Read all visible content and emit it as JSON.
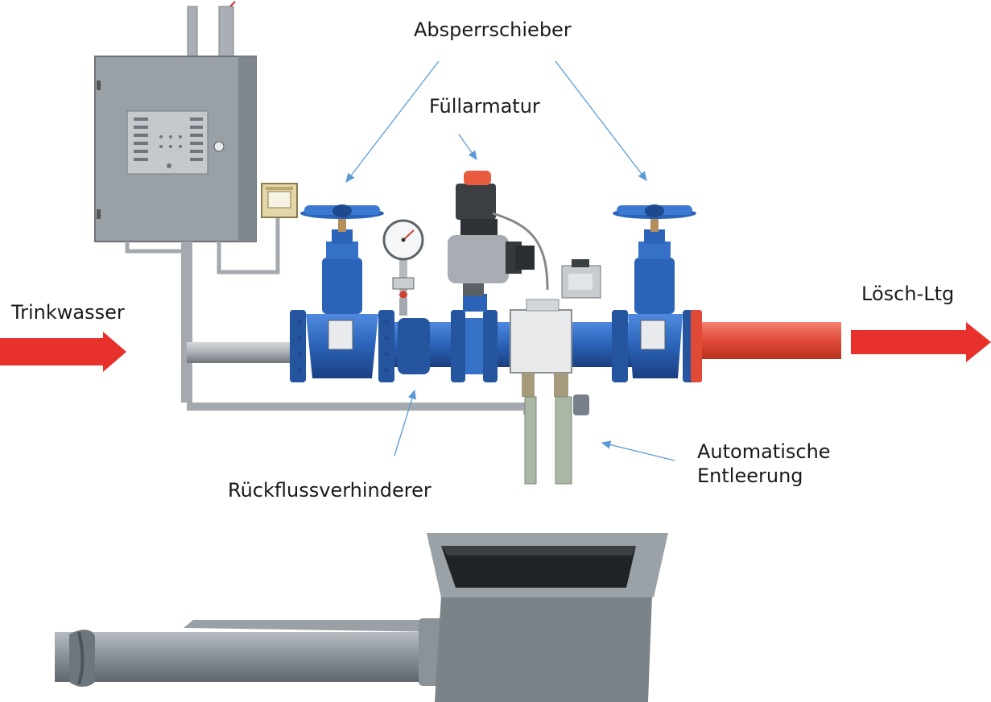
{
  "labels": {
    "trinkwasser": "Trinkwasser",
    "loesch_ltg": "Lösch-Ltg",
    "absperrschieber": "Absperrschieber",
    "fuellarmatur": "Füllarmatur",
    "rueckflussverhinderer": "Rückflussverhinderer",
    "automatische_line1": "Automatische",
    "automatische_line2": "Entleerung"
  },
  "colors": {
    "inflow_arrow": "#e8312b",
    "outflow_arrow": "#e8312b",
    "valve_blue": "#2a63b8",
    "pipe_red": "#e24a38",
    "cabinet_grey": "#9aa1a6",
    "pointer_blue": "#5b9bd5",
    "drain_grey": "#7d868d"
  }
}
